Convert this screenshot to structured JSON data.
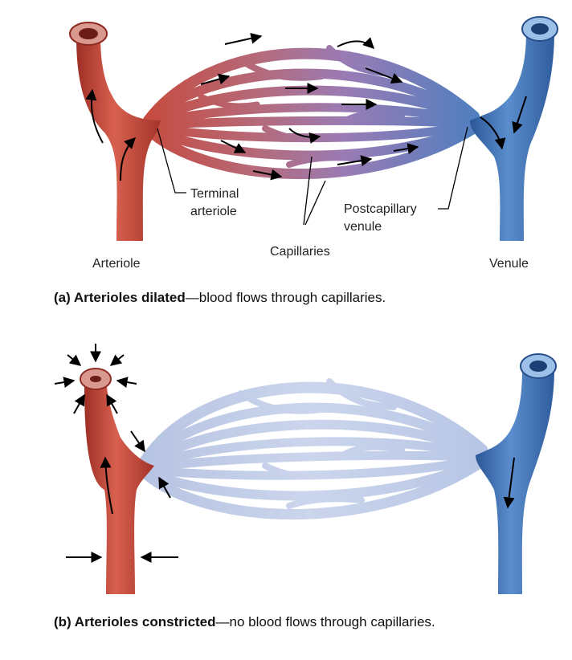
{
  "panel_a": {
    "labels": {
      "terminal_line1": "Terminal",
      "terminal_line2": "arteriole",
      "postcap_line1": "Postcapillary",
      "postcap_line2": "venule",
      "capillaries": "Capillaries",
      "arteriole": "Arteriole",
      "venule": "Venule"
    },
    "caption_bold": "(a) Arterioles dilated",
    "caption_rest": "—blood flows through capillaries."
  },
  "panel_b": {
    "caption_bold": "(b) Arterioles constricted",
    "caption_rest": "—no blood flows through capillaries."
  },
  "colors": {
    "artery": "#c8483a",
    "artery_dark": "#8e2a22",
    "vein": "#3f6fb0",
    "vein_dark": "#284f8a",
    "capillary_mid": "#b07ba8",
    "capillary_pale": "#c9d3ea"
  }
}
